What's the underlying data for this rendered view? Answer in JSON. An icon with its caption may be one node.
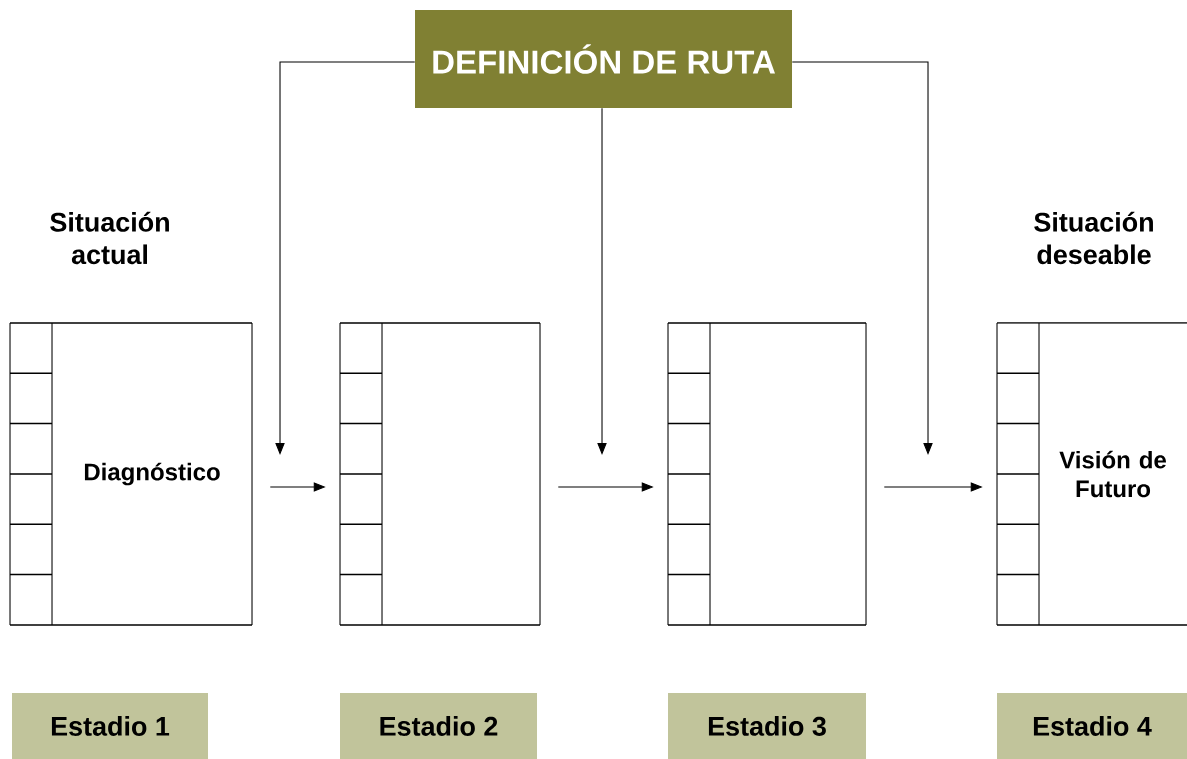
{
  "diagram": {
    "nodes": [
      {
        "text": [
          "DEFINICIÓN DE RUTA"
        ]
      },
      {
        "text": [
          "Situación actual",
          "Diagnóstico"
        ]
      },
      {
        "text": [],
        "shape": "box"
      },
      {
        "text": [],
        "shape": "box"
      },
      {
        "text": [
          "Situación deseable",
          "Visión de Futuro"
        ]
      },
      {
        "text": [
          "Estadio 1"
        ]
      },
      {
        "text": [
          "Estadio 2"
        ]
      },
      {
        "text": [
          "Estadio 3"
        ]
      },
      {
        "text": [
          "Estadio 4"
        ]
      }
    ],
    "edges": [
      {
        "from": 0,
        "to": null,
        "arrow": "to"
      },
      {
        "from": 0,
        "to": null,
        "arrow": "to"
      },
      {
        "from": 0,
        "to": null,
        "arrow": "to"
      },
      {
        "from": 1,
        "to": 2,
        "arrow": "to"
      },
      {
        "from": 2,
        "to": 3,
        "arrow": "to"
      },
      {
        "from": 3,
        "to": 4,
        "arrow": "to"
      }
    ]
  }
}
